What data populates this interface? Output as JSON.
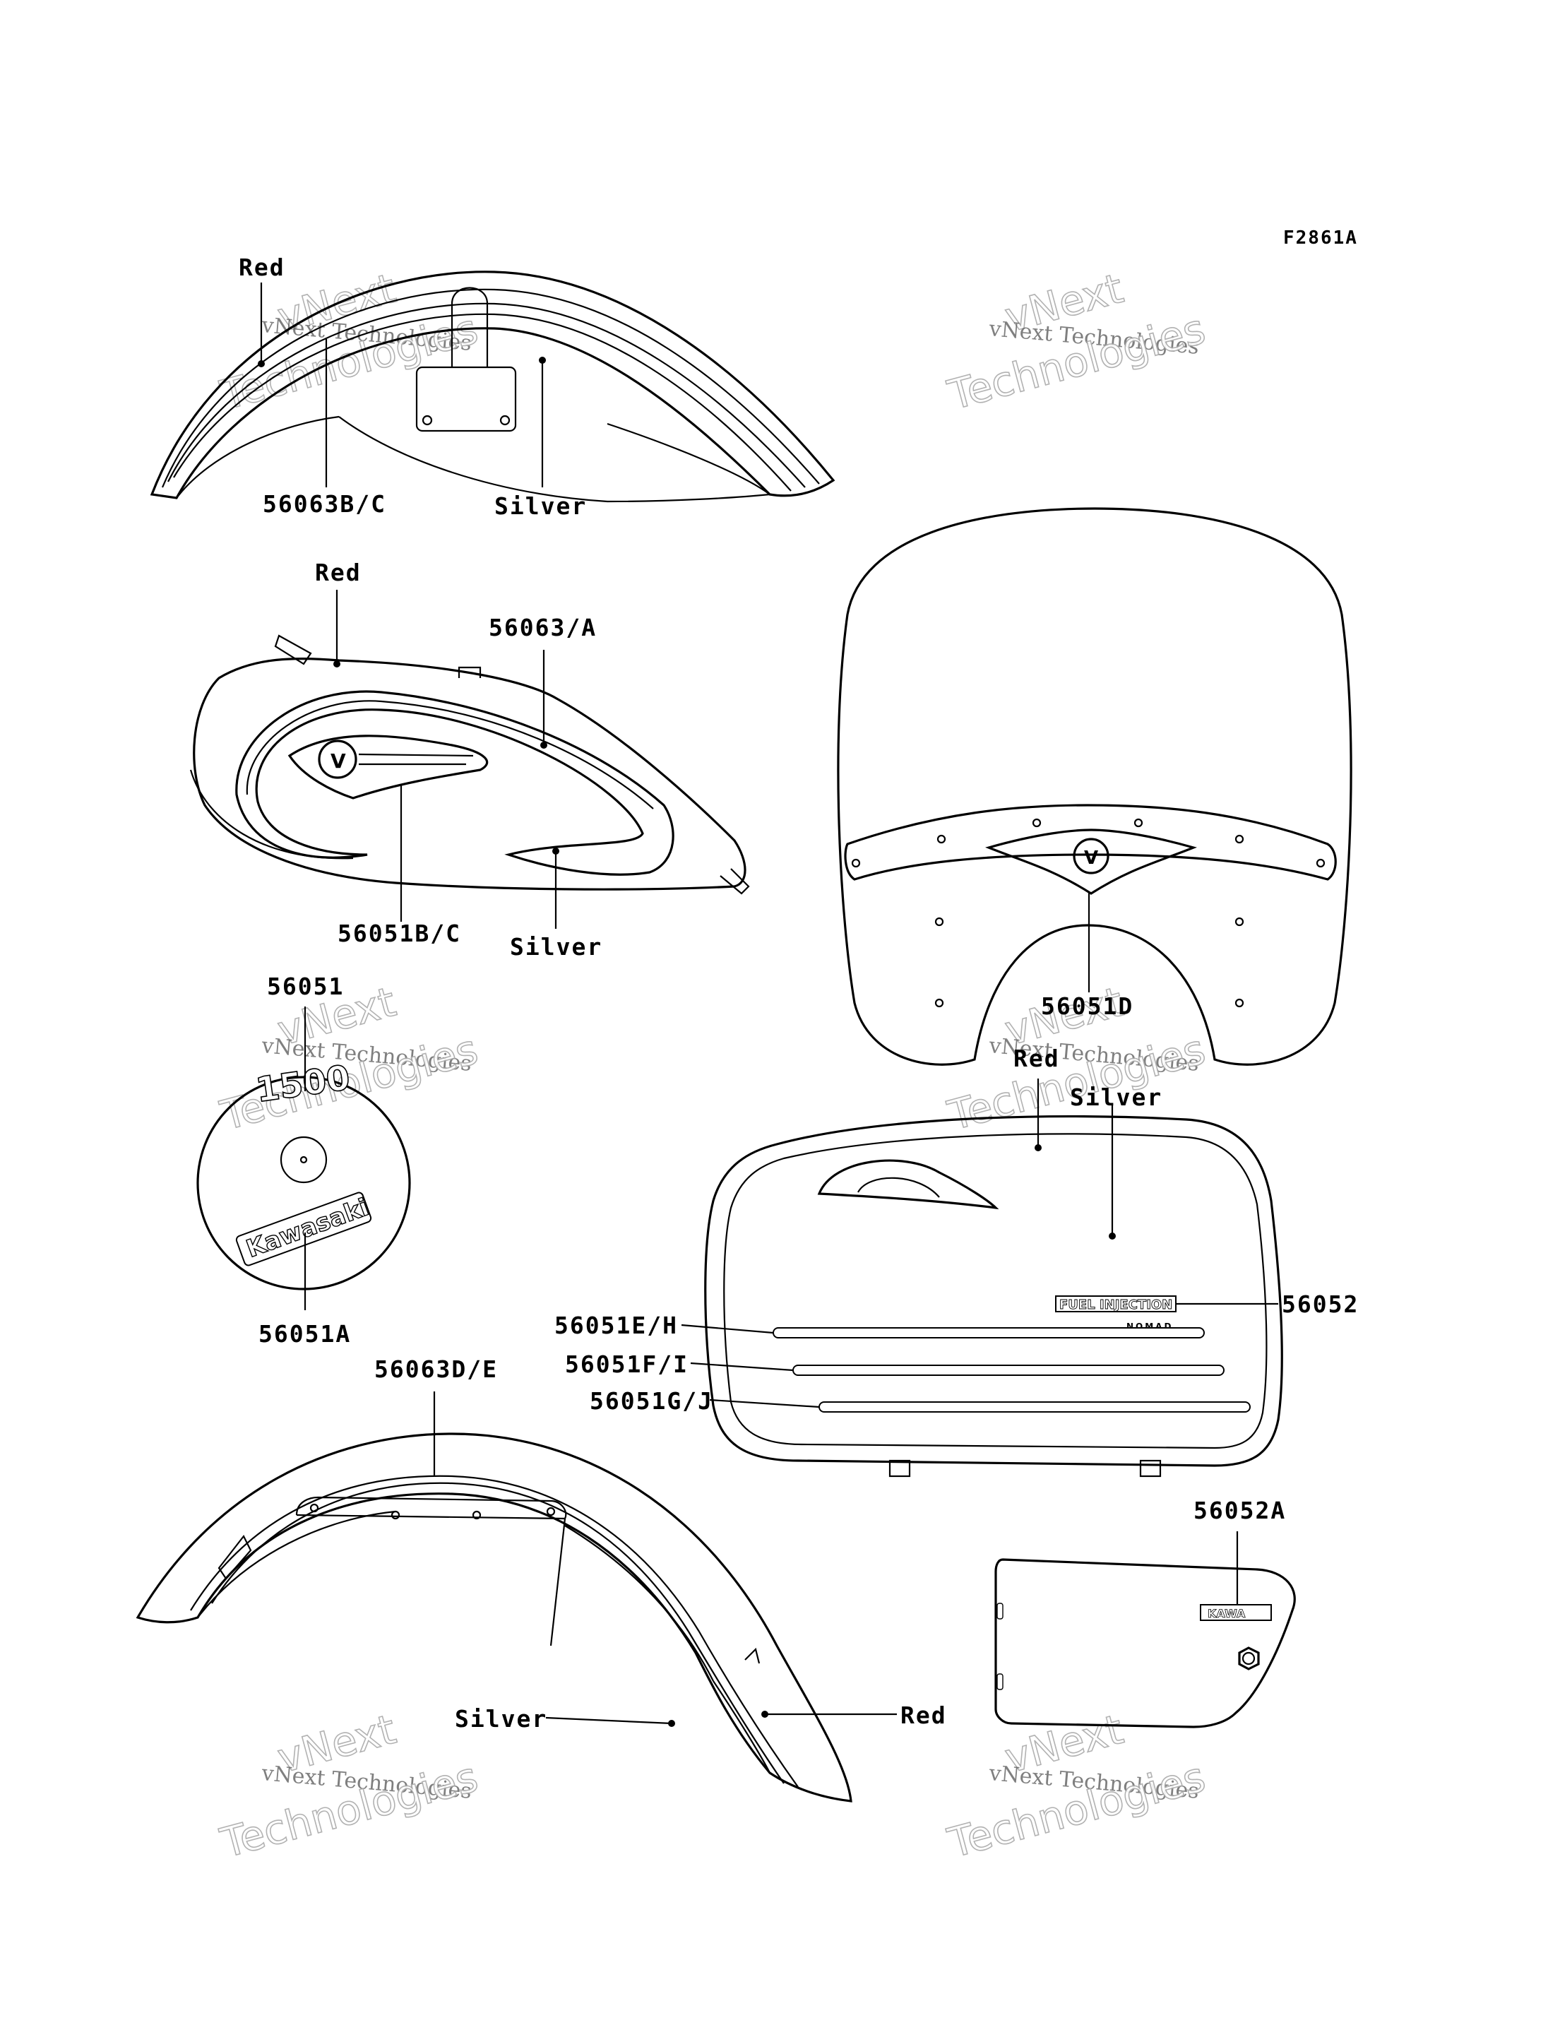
{
  "figure_code": "F2861A",
  "watermark": {
    "line1": "vNext",
    "line2": "vNext Technologies",
    "line3": "Technologies"
  },
  "labels": {
    "rear_fender_red": "Red",
    "rear_fender_part": "56063B/C",
    "rear_fender_silver": "Silver",
    "tank_red": "Red",
    "tank_part": "56063/A",
    "tank_emblem_part": "56051B/C",
    "tank_silver": "Silver",
    "cover_part": "56051",
    "cover_part_a": "56051A",
    "windshield_part": "56051D",
    "side_red": "Red",
    "side_silver": "Silver",
    "side_badge_part": "56052",
    "stripe_eh": "56051E/H",
    "stripe_fi": "56051F/I",
    "stripe_gj": "56051G/J",
    "front_fender_part": "56063D/E",
    "front_fender_silver": "Silver",
    "front_fender_red": "Red",
    "side_cover_part": "56052A"
  },
  "decals": {
    "cover_number": "1500",
    "cover_brand": "Kawasaki",
    "fuel_injection": "FUEL INJECTION",
    "nomad": "NOMAD",
    "small_badge": "KAWA"
  }
}
